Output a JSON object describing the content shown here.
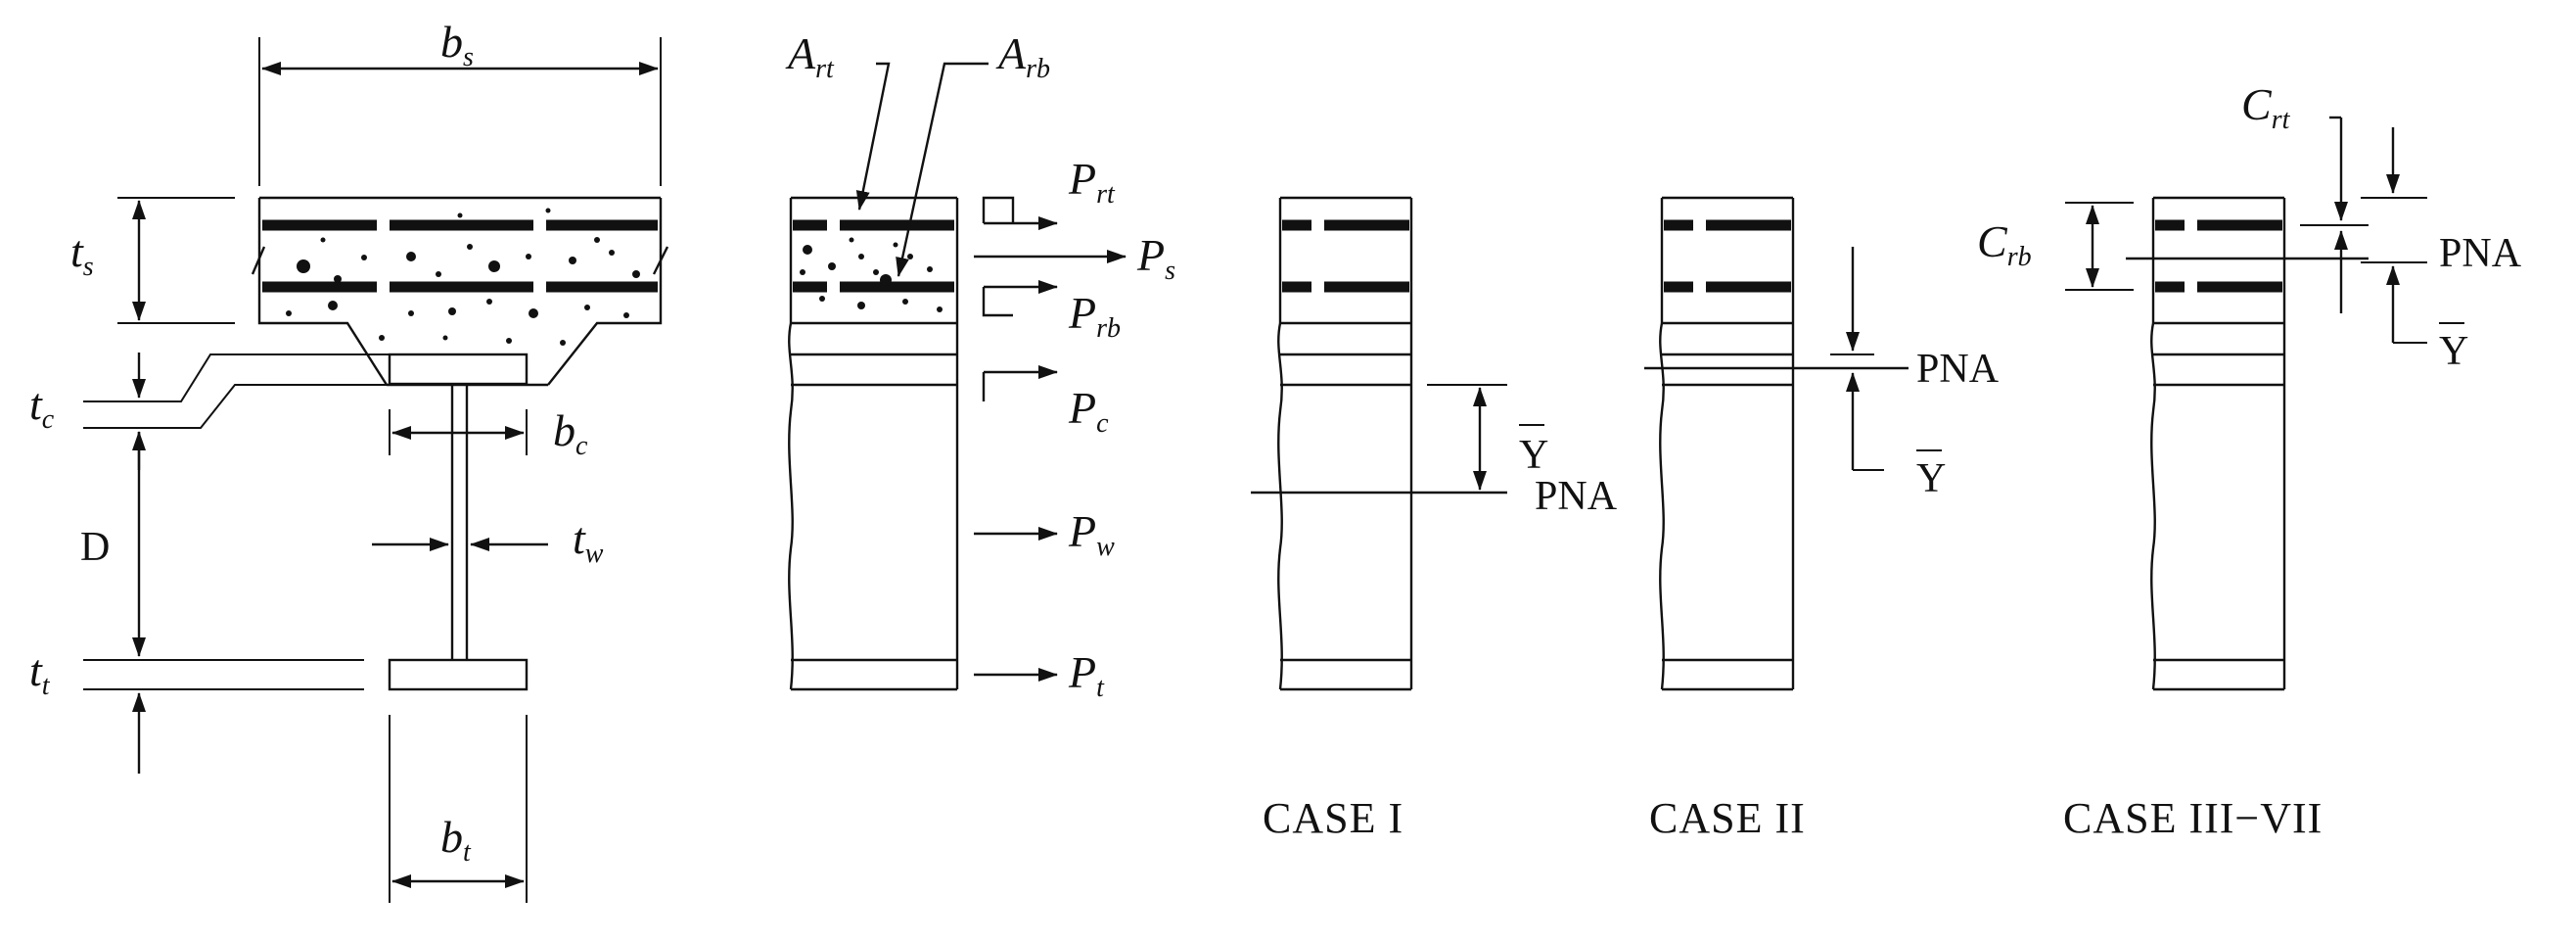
{
  "labels": {
    "bs": {
      "main": "b",
      "sub": "s"
    },
    "ts": {
      "main": "t",
      "sub": "s"
    },
    "tc": {
      "main": "t",
      "sub": "c"
    },
    "bc": {
      "main": "b",
      "sub": "c"
    },
    "D": "D",
    "tw": {
      "main": "t",
      "sub": "w"
    },
    "tt": {
      "main": "t",
      "sub": "t"
    },
    "bt": {
      "main": "b",
      "sub": "t"
    },
    "Art": {
      "main": "A",
      "sub": "rt"
    },
    "Arb": {
      "main": "A",
      "sub": "rb"
    },
    "Prt": {
      "main": "P",
      "sub": "rt"
    },
    "Ps": {
      "main": "P",
      "sub": "s"
    },
    "Prb": {
      "main": "P",
      "sub": "rb"
    },
    "Pc": {
      "main": "P",
      "sub": "c"
    },
    "Pw": {
      "main": "P",
      "sub": "w"
    },
    "Pt": {
      "main": "P",
      "sub": "t"
    },
    "Crt": {
      "main": "C",
      "sub": "rt"
    },
    "Crb": {
      "main": "C",
      "sub": "rb"
    },
    "pna": "PNA",
    "ybar": "Y"
  },
  "cases": {
    "case1": "CASE I",
    "case2": "CASE II",
    "case3": "CASE III−VII"
  }
}
